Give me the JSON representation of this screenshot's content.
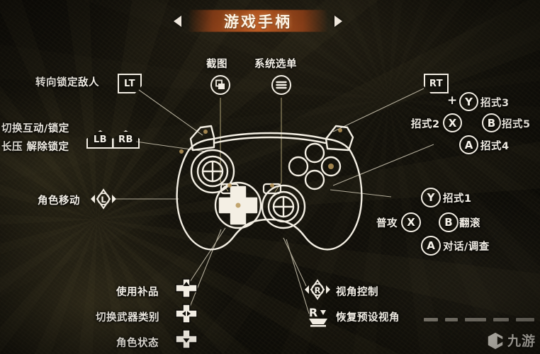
{
  "header": {
    "title": "游戏手柄",
    "left_arrow": "left-arrow-icon",
    "right_arrow": "right-arrow-icon",
    "accent_color": "#c45e24"
  },
  "controller": {
    "device": "xbox-style-gamepad",
    "outline_color": "#f4efe4",
    "background_color": "#100e09"
  },
  "labels": {
    "lt_action": "转向锁定敌人",
    "lt_button": "LT",
    "lb_rb_action_line1": "切换互动/锁定",
    "lb_rb_action_line2": "长压  解除锁定",
    "lb_button": "LB",
    "rb_button": "RB",
    "left_stick_action": "角色移动",
    "left_stick_button": "L",
    "screenshot": "截图",
    "system_menu": "系统选单",
    "rt_button": "RT",
    "plus_sign": "+",
    "y_top_action": "招式3",
    "y_top_button": "Y",
    "x_top_action": "招式2",
    "x_top_button": "X",
    "b_top_action": "招式5",
    "b_top_button": "B",
    "a_top_action": "招式4",
    "a_top_button": "A",
    "y_bot_action": "招式1",
    "y_bot_button": "Y",
    "x_bot_action": "普攻",
    "x_bot_button": "X",
    "b_bot_action": "翻滚",
    "b_bot_button": "B",
    "a_bot_action": "对话/调查",
    "a_bot_button": "A",
    "dpad_up_action": "使用补品",
    "dpad_lr_action": "切换武器类别",
    "dpad_down_action": "角色状态",
    "right_stick_action": "视角控制",
    "right_stick_button": "R",
    "right_stick_press_action": "恢复预设视角",
    "right_stick_press_button": "R"
  },
  "watermark": {
    "brand": "九游",
    "mark": "jiuyou-logo-icon"
  }
}
